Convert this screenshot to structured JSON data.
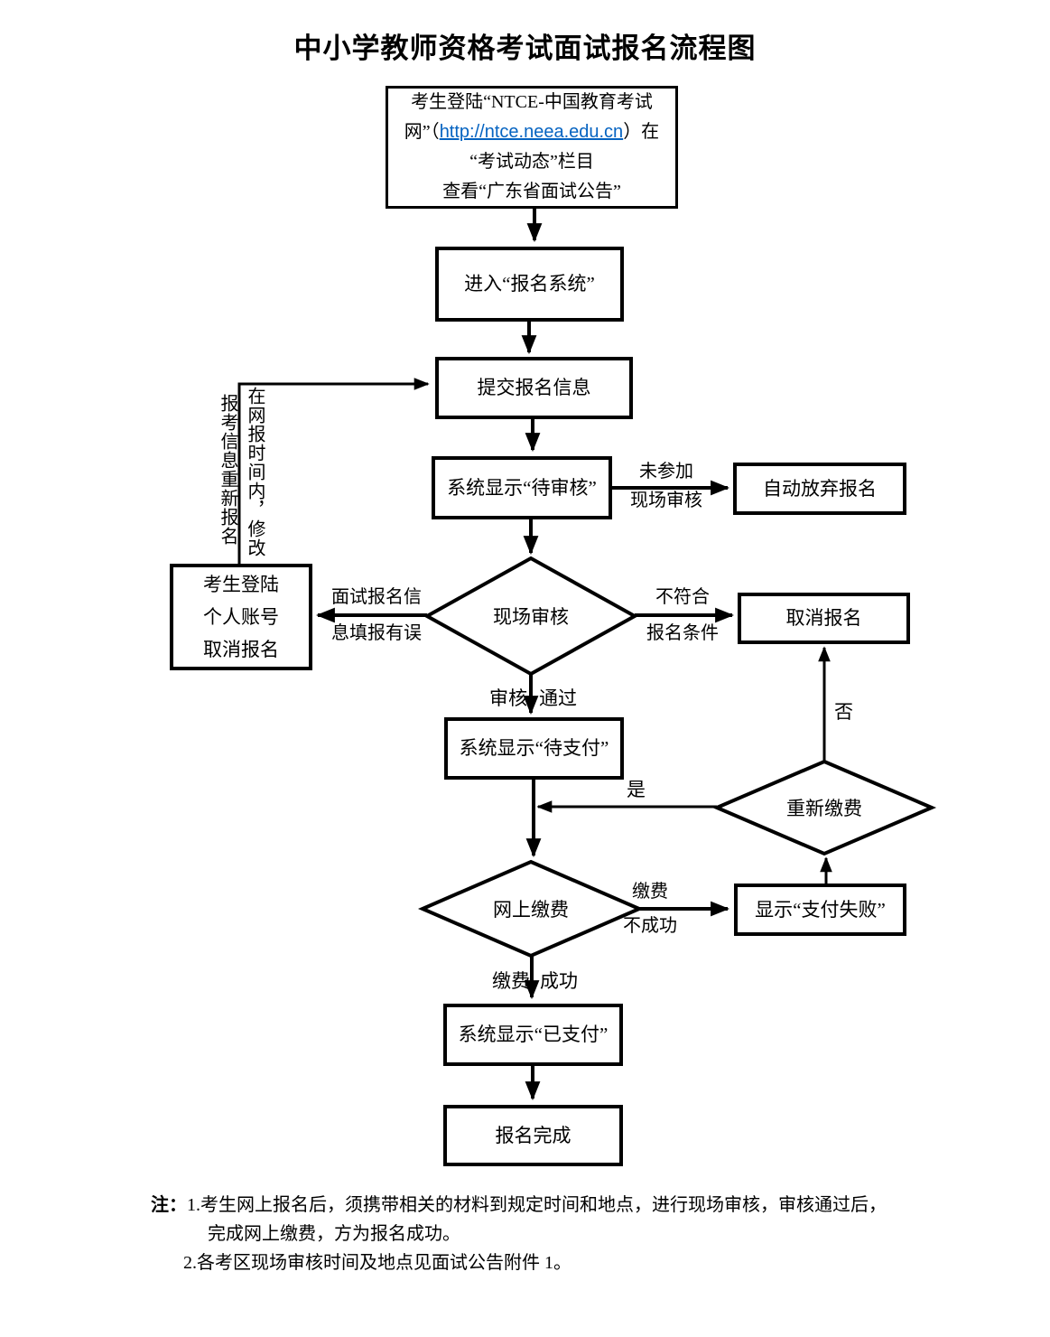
{
  "title": "中小学教师资格考试面试报名流程图",
  "nodes": {
    "start": {
      "line1": "考生登陆“NTCE-中国教育考试",
      "line2_pre": "网”（",
      "link": "http://ntce.neea.edu.cn",
      "line2_post": "）在",
      "line3": "“考试动态”栏目",
      "line4": "查看“广东省面试公告”"
    },
    "enter_system": "进入“报名系统”",
    "submit_info": "提交报名信息",
    "pending_review": "系统显示“待审核”",
    "auto_abandon": "自动放弃报名",
    "onsite_review": "现场审核",
    "login_cancel": [
      "考生登陆",
      "个人账号",
      "取消报名"
    ],
    "cancel": "取消报名",
    "pending_pay": "系统显示“待支付”",
    "repay": "重新缴费",
    "online_pay": "网上缴费",
    "pay_fail": "显示“支付失败”",
    "paid": "系统显示“已支付”",
    "complete": "报名完成"
  },
  "edges": {
    "not_attend": [
      "未参加",
      "现场审核"
    ],
    "info_error": [
      "面试报名信",
      "息填报有误"
    ],
    "not_qualified": [
      "不符合",
      "报名条件"
    ],
    "review": "审核",
    "pass": "通过",
    "fee": "缴费",
    "fail": "不成功",
    "success": "成功",
    "yes": "是",
    "no": "否",
    "revise_outer": "报考信息重新报名",
    "revise_inner": "在网报时间内，修改"
  },
  "notes": {
    "prefix": "注：",
    "item1_line1": "1.考生网上报名后，须携带相关的材料到规定时间和地点，进行现场审核，审核通过后，",
    "item1_line2": "完成网上缴费，方为报名成功。",
    "item2": "2.各考区现场审核时间及地点见面试公告附件 1。"
  },
  "colors": {
    "link": "#0563C1",
    "line": "#000000"
  }
}
